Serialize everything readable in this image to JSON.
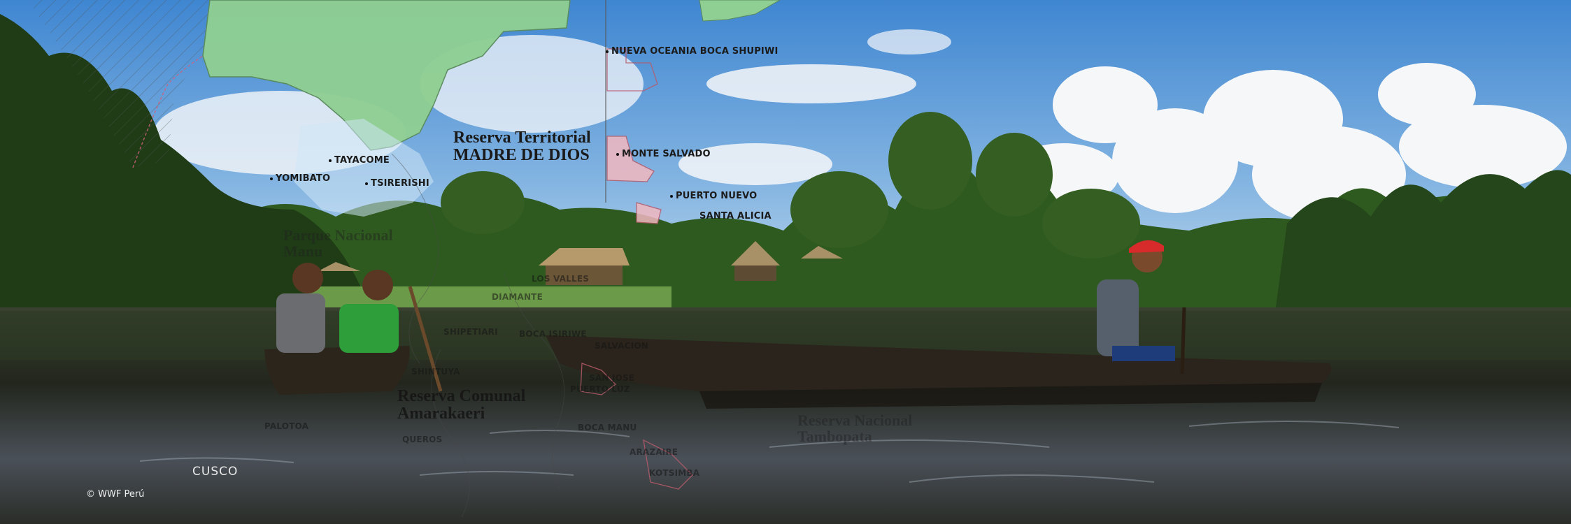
{
  "photo_credit": "© WWF Perú",
  "map": {
    "reserves": {
      "madre_de_dios": [
        "Reserva Territorial",
        "MADRE DE DIOS"
      ],
      "amarakaeri": [
        "Reserva Comunal",
        "Amarakaeri"
      ],
      "tambopata": [
        "Reserva Nacional",
        "Tambopata"
      ],
      "manu": [
        "Parque Nacional",
        "Manu"
      ]
    },
    "places": {
      "nueva_oceania": "NUEVA OCEANIA BOCA SHUPIWI",
      "monte_salvado": "MONTE SALVADO",
      "puerto_nuevo": "PUERTO NUEVO",
      "santa_alicia": "SANTA ALICIA",
      "tayacome": "TAYACOME",
      "yomibato": "YOMIBATO",
      "tsirerishi": "TSIRERISHI",
      "diamante": "DIAMANTE",
      "boca_isiriwe": "BOCA ISIRIWE",
      "shintuya": "SHINTUYA",
      "puerto_luz": "PUERTO LUZ",
      "queros": "QUEROS",
      "kotsimba": "KOTSIMBA",
      "shipetiari": "SHIPETIARI",
      "arazaire": "ARAZAIRE",
      "san_jose": "SAN JOSE",
      "palotoa": "PALOTOA",
      "boca_manu": "BOCA MANU",
      "salvacion": "SALVACION",
      "los_valles": "LOS VALLES"
    },
    "region": "CUSCO"
  },
  "colors": {
    "sky": "#6fa7da",
    "cloud": "#f4f6f8",
    "forest_dark": "#1f3c16",
    "forest_mid": "#3f6e26",
    "water": "#2a2d24",
    "map_green": "#8fcf93",
    "map_pink": "#f2b8c0",
    "canoe": "#2a241c"
  },
  "icons": {
    "large_canoe": "dugout-canoe-icon",
    "small_canoe": "dugout-canoe-icon",
    "hut": "thatched-hut-icon"
  }
}
